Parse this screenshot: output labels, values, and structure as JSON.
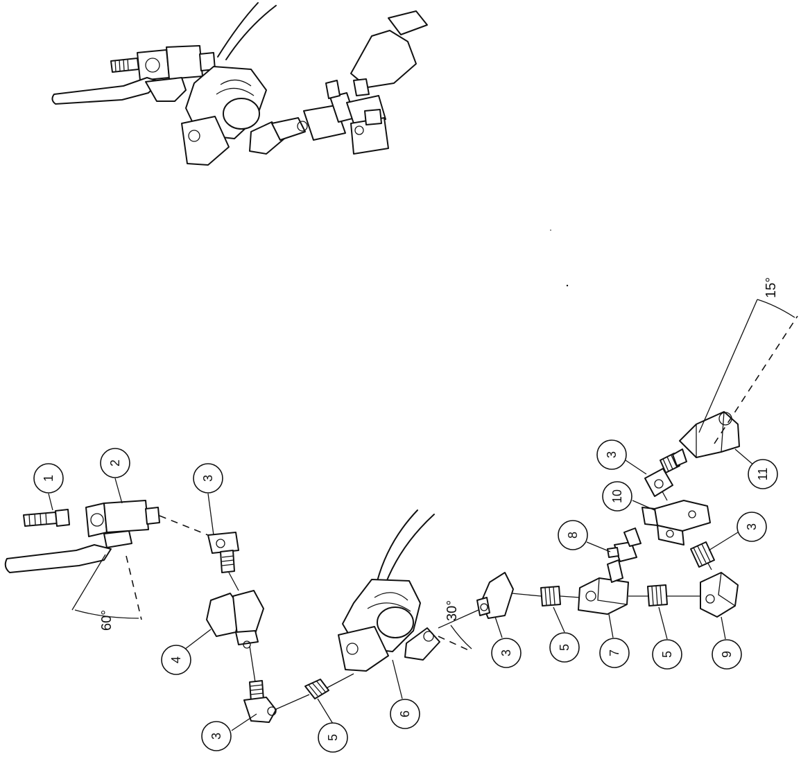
{
  "diagram": {
    "callouts": [
      {
        "id": "c1",
        "label": "1"
      },
      {
        "id": "c2",
        "label": "2"
      },
      {
        "id": "c3a",
        "label": "3"
      },
      {
        "id": "c4",
        "label": "4"
      },
      {
        "id": "c3b",
        "label": "3"
      },
      {
        "id": "c5a",
        "label": "5"
      },
      {
        "id": "c6",
        "label": "6"
      },
      {
        "id": "c3c",
        "label": "3"
      },
      {
        "id": "c5b",
        "label": "5"
      },
      {
        "id": "c7",
        "label": "7"
      },
      {
        "id": "c8",
        "label": "8"
      },
      {
        "id": "c5c",
        "label": "5"
      },
      {
        "id": "c9",
        "label": "9"
      },
      {
        "id": "c3d",
        "label": "3"
      },
      {
        "id": "c10",
        "label": "10"
      },
      {
        "id": "c3e",
        "label": "3"
      },
      {
        "id": "c11",
        "label": "11"
      }
    ],
    "angles": {
      "valve_angle": "60°",
      "solenoid_angle": "30°",
      "nozzle_angle": "15°"
    }
  }
}
